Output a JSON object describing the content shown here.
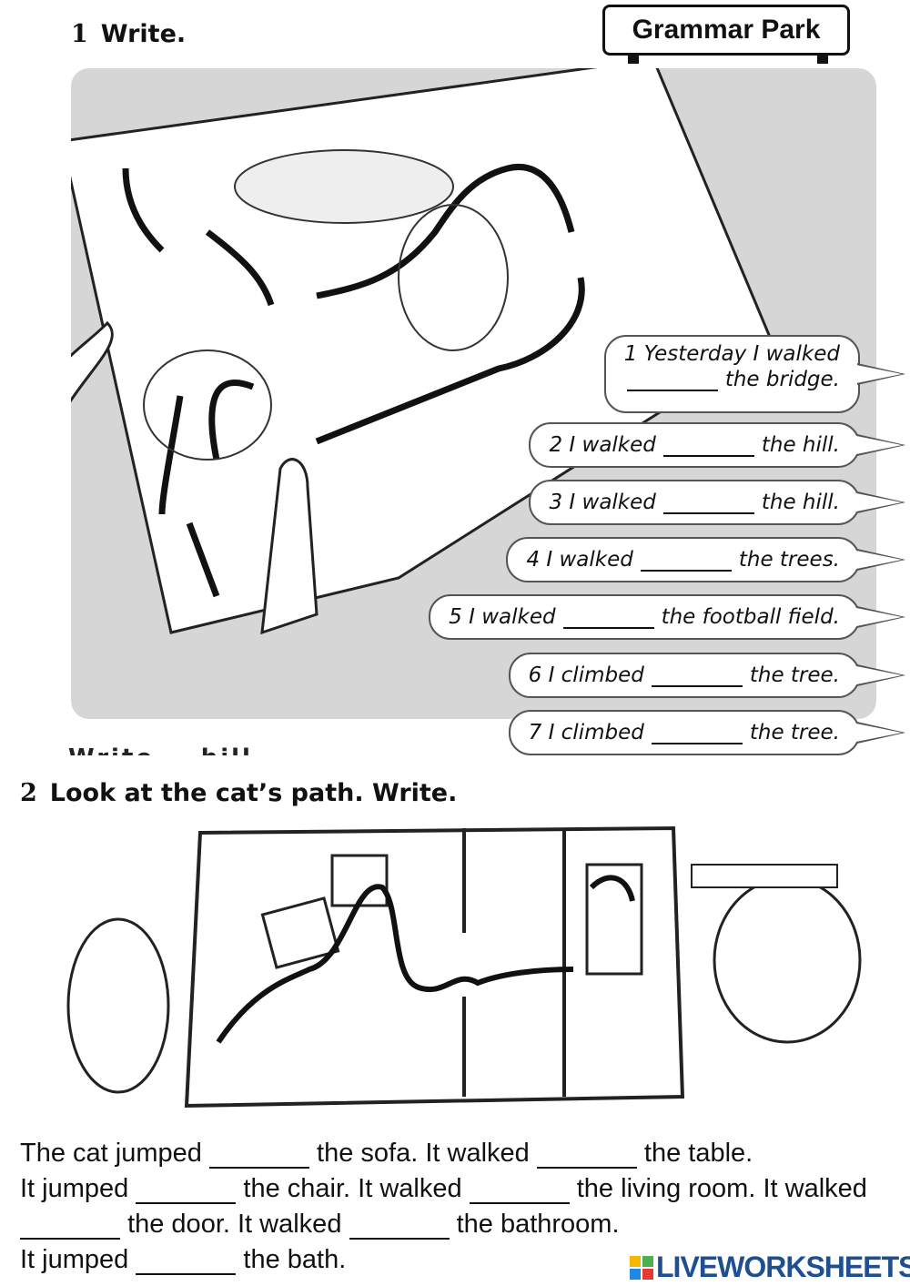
{
  "section1": {
    "number": "1",
    "instruction": "Write.",
    "sign": "Grammar Park",
    "cut_off_text": "Write... hill",
    "bubbles": [
      {
        "before": "1 Yesterday I walked",
        "after": "the bridge."
      },
      {
        "before": "2 I walked",
        "after": "the hill."
      },
      {
        "before": "3 I walked",
        "after": "the hill."
      },
      {
        "before": "4 I walked",
        "after": "the trees."
      },
      {
        "before": "5 I walked",
        "after": "the football field."
      },
      {
        "before": "6 I climbed",
        "after": "the tree."
      },
      {
        "before": "7 I climbed",
        "after": "the tree."
      }
    ]
  },
  "section2": {
    "number": "2",
    "instruction": "Look at the cat’s path. Write.",
    "paragraph": [
      {
        "before": "The cat jumped",
        "after": "the sofa."
      },
      {
        "before": "It walked",
        "after": "the table."
      },
      {
        "before": "It jumped",
        "after": "the chair."
      },
      {
        "before": "It walked",
        "after": "the living room."
      },
      {
        "before": "It walked",
        "after": "the door."
      },
      {
        "before": "It walked",
        "after": "the bathroom."
      },
      {
        "before": "It jumped",
        "after": "the bath."
      }
    ]
  },
  "logo": {
    "text": "LIVEWORKSHEETS",
    "colors": [
      "#f5b800",
      "#4caf50",
      "#1e88e5",
      "#e53935"
    ]
  }
}
